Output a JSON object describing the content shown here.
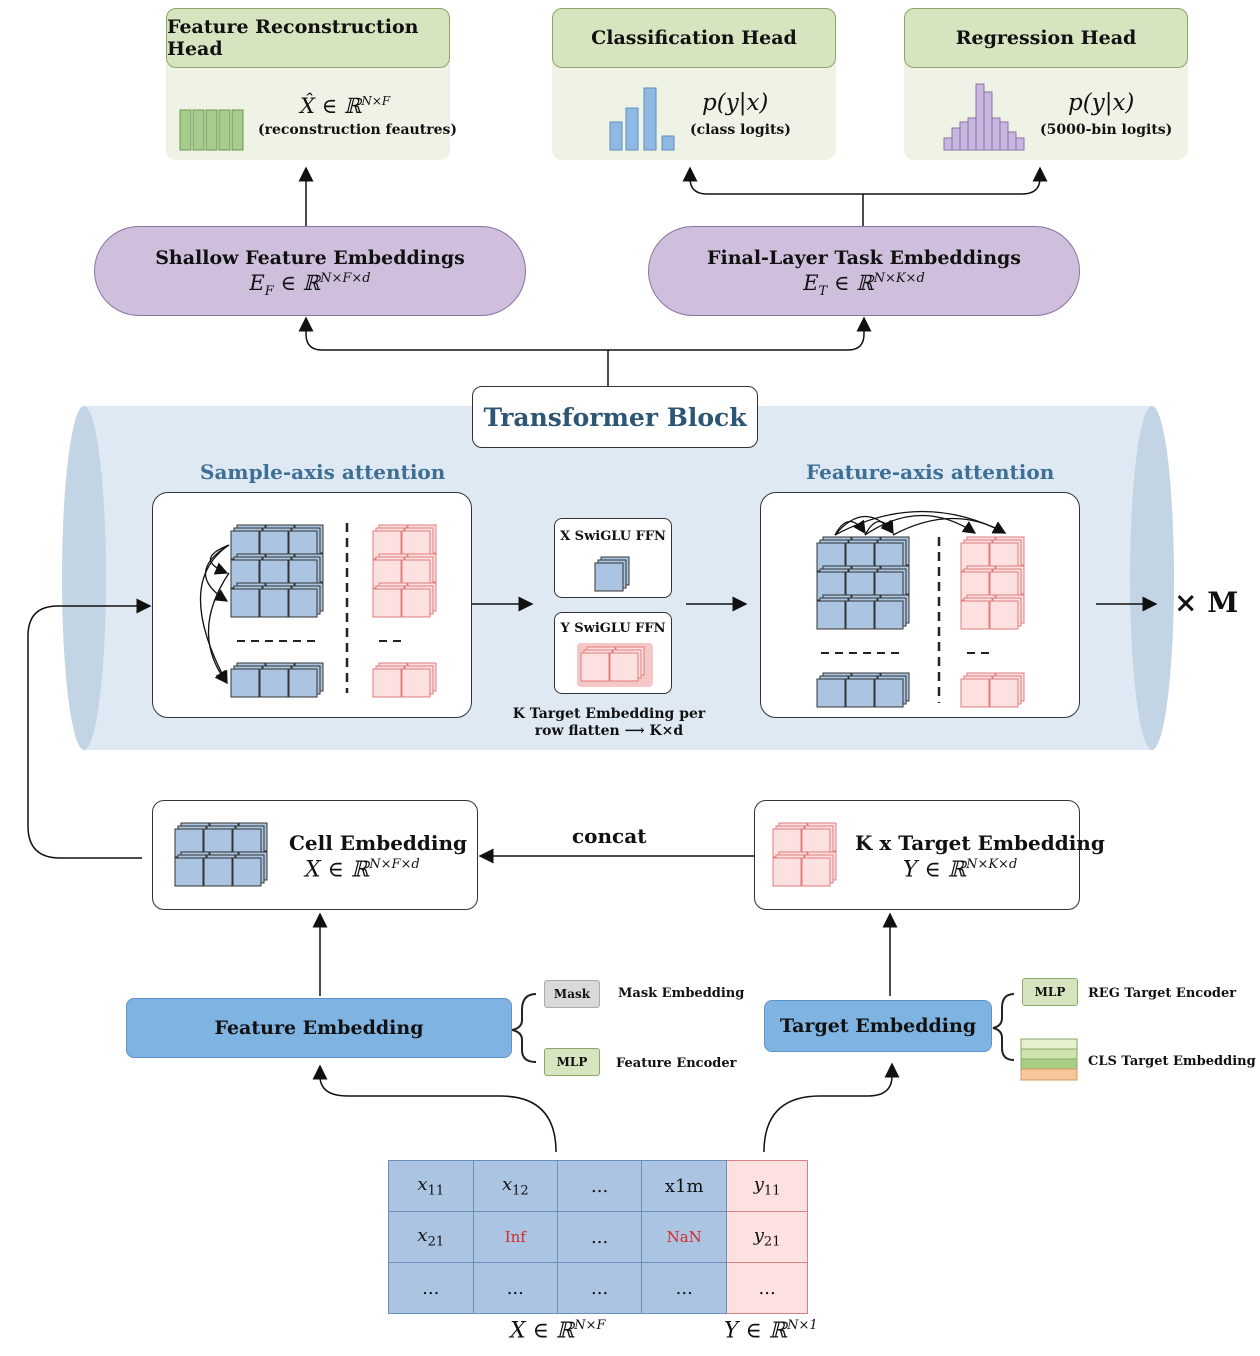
{
  "heads": {
    "reconstruction": {
      "title": "Feature Reconstruction Head",
      "formula": "X̂ ∈ ℝ",
      "formula_sup": "N×F",
      "note": "(reconstruction feautres)"
    },
    "classification": {
      "title": "Classification Head",
      "formula": "p(y|x)",
      "note": "(class logits)"
    },
    "regression": {
      "title": "Regression Head",
      "formula": "p(y|x)",
      "note": "(5000-bin logits)"
    }
  },
  "embeddings": {
    "shallow": {
      "title": "Shallow Feature Embeddings",
      "formula": "E",
      "sub": "F",
      "rest": " ∈ ℝ",
      "sup": "N×F×d"
    },
    "final": {
      "title": "Final-Layer Task Embeddings",
      "formula": "E",
      "sub": "T",
      "rest": " ∈ ℝ",
      "sup": "N×K×d"
    }
  },
  "transformer": {
    "title": "Transformer Block",
    "sample_axis": "Sample-axis attention",
    "feature_axis": "Feature-axis attention",
    "x_ffn": "X SwiGLU FFN",
    "y_ffn": "Y SwiGLU FFN",
    "note_line1": "K Target Embedding per",
    "note_line2": "row flatten ⟶ K×d",
    "repeat": "× M"
  },
  "cell": {
    "title": "Cell Embedding",
    "formula": "X ∈ ℝ",
    "sup": "N×F×d"
  },
  "target": {
    "title": "K x Target Embedding",
    "formula": "Y ∈ ℝ",
    "sup": "N×K×d"
  },
  "concat": "concat",
  "feature_embedding": {
    "title": "Feature Embedding",
    "tag1": "Mask",
    "tag1_label": "Mask Embedding",
    "tag2": "MLP",
    "tag2_label": "Feature Encoder"
  },
  "target_embedding": {
    "title": "Target Embedding",
    "tag1": "MLP",
    "tag1_label": "REG Target Encoder",
    "tag2_label": "CLS Target Embedding"
  },
  "input_table": {
    "rows": [
      [
        "x11",
        "x12",
        "...",
        "x1m",
        "y11"
      ],
      [
        "x21",
        "Inf",
        "...",
        "NaN",
        "y21"
      ],
      [
        "...",
        "...",
        "...",
        "...",
        "..."
      ]
    ],
    "x_label": "X ∈ ℝ",
    "x_sup": "N×F",
    "y_label": "Y ∈ ℝ",
    "y_sup": "N×1"
  },
  "colors": {
    "blue": "#aac4e2",
    "pink": "#fde0e0",
    "green": "#d6e4bf",
    "purple": "#cfbfdd",
    "cylinder": "#dfe9f4"
  }
}
